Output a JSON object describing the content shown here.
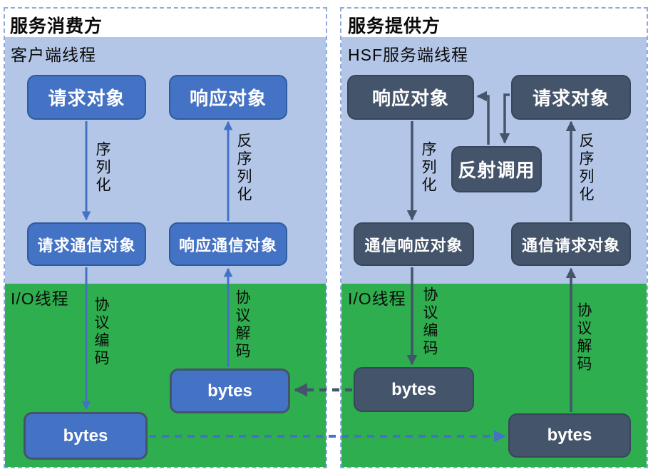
{
  "panels": {
    "consumer": {
      "title": "服务消费方",
      "client_thread_label": "客户端线程",
      "io_thread_label": "I/O线程",
      "boxes": {
        "request_object": "请求对象",
        "response_object": "响应对象",
        "request_comm_object": "请求通信对象",
        "response_comm_object": "响应通信对象",
        "request_bytes": "bytes",
        "response_bytes": "bytes"
      },
      "arrow_labels": {
        "serialize": "序列化",
        "deserialize": "反序列化",
        "protocol_encode": "协议编码",
        "protocol_decode": "协议解码"
      }
    },
    "provider": {
      "title": "服务提供方",
      "server_thread_label": "HSF服务端线程",
      "io_thread_label": "I/O线程",
      "boxes": {
        "response_object": "响应对象",
        "request_object": "请求对象",
        "reflection_call": "反射调用",
        "comm_response_object": "通信响应对象",
        "comm_request_object": "通信请求对象",
        "response_bytes": "bytes",
        "request_bytes": "bytes"
      },
      "arrow_labels": {
        "serialize": "序列化",
        "deserialize": "反序列化",
        "protocol_encode": "协议编码",
        "protocol_decode": "协议解码"
      }
    }
  },
  "colors": {
    "client_thread_region": "#B3C6E7",
    "io_thread_region": "#2EAE4E",
    "consumer_box_fill": "#4472C4",
    "consumer_box_border": "#2E5B9E",
    "provider_box_fill": "#44546A",
    "panel_dashed_border": "#8FAADC",
    "consumer_arrow_color": "#4472C4",
    "provider_arrow_color": "#44546A"
  }
}
